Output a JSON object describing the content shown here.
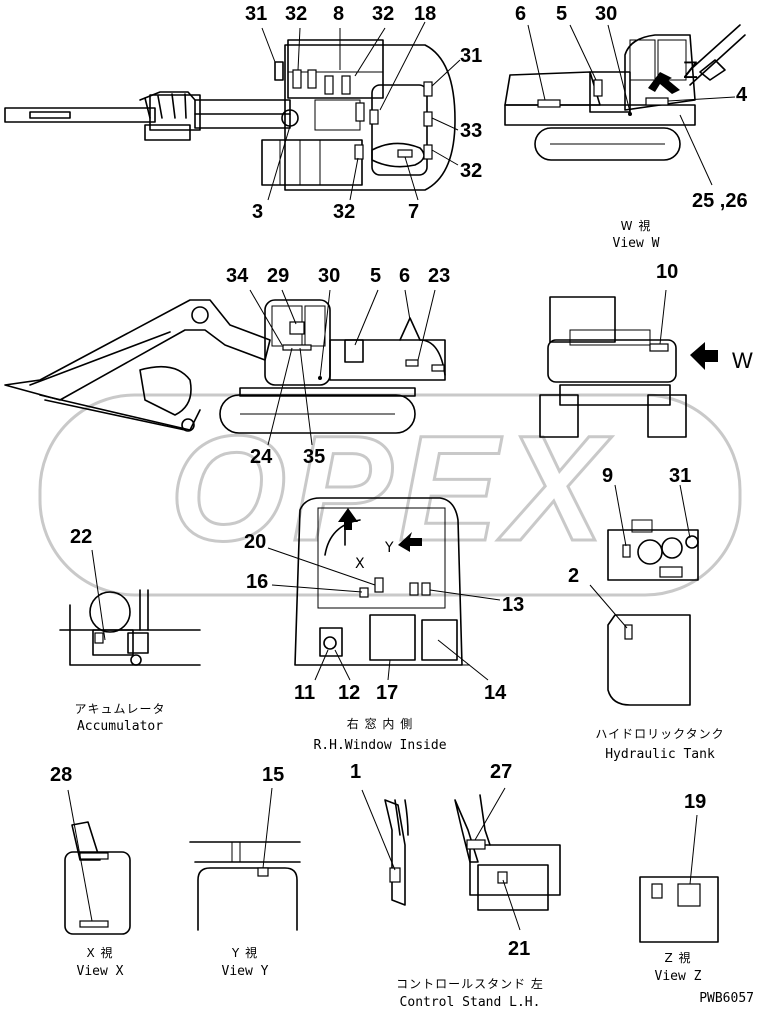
{
  "watermark": "OPEX",
  "drawing_code": "PWB6057",
  "callouts": {
    "c31a": "31",
    "c32a": "32",
    "c8": "8",
    "c32b": "32",
    "c18": "18",
    "c31b": "31",
    "c33": "33",
    "c32c": "32",
    "c3": "3",
    "c32d": "32",
    "c7": "7",
    "c6a": "6",
    "c5a": "5",
    "c30a": "30",
    "c4": "4",
    "c25_26": "25 ,26",
    "c34": "34",
    "c29": "29",
    "c30b": "30",
    "c5b": "5",
    "c6b": "6",
    "c23": "23",
    "c24": "24",
    "c35": "35",
    "c10": "10",
    "c22": "22",
    "c20": "20",
    "c16": "16",
    "c13": "13",
    "c11": "11",
    "c12": "12",
    "c17": "17",
    "c14": "14",
    "c9": "9",
    "c31c": "31",
    "c2": "2",
    "c28": "28",
    "c15": "15",
    "c1": "1",
    "c27": "27",
    "c21": "21",
    "c19": "19"
  },
  "views": {
    "view_w": {
      "jp": "W 視",
      "en": "View W"
    },
    "w_arrow_label": "W",
    "accumulator": {
      "jp": "アキュムレータ",
      "en": "Accumulator"
    },
    "rh_window": {
      "jp": "右 窓 内 側",
      "en": "R.H.Window Inside"
    },
    "hydraulic_tank": {
      "jp": "ハイドロリックタンク",
      "en": "Hydraulic Tank"
    },
    "view_x": {
      "jp": "X 視",
      "en": "View X"
    },
    "view_y": {
      "jp": "Y 視",
      "en": "View Y"
    },
    "control_stand": {
      "jp": "コントロールスタンド 左",
      "en": "Control Stand L.H."
    },
    "view_z": {
      "jp": "Z 視",
      "en": "View Z"
    },
    "marker_x": "X",
    "marker_y": "Y",
    "marker_z": "Z"
  }
}
